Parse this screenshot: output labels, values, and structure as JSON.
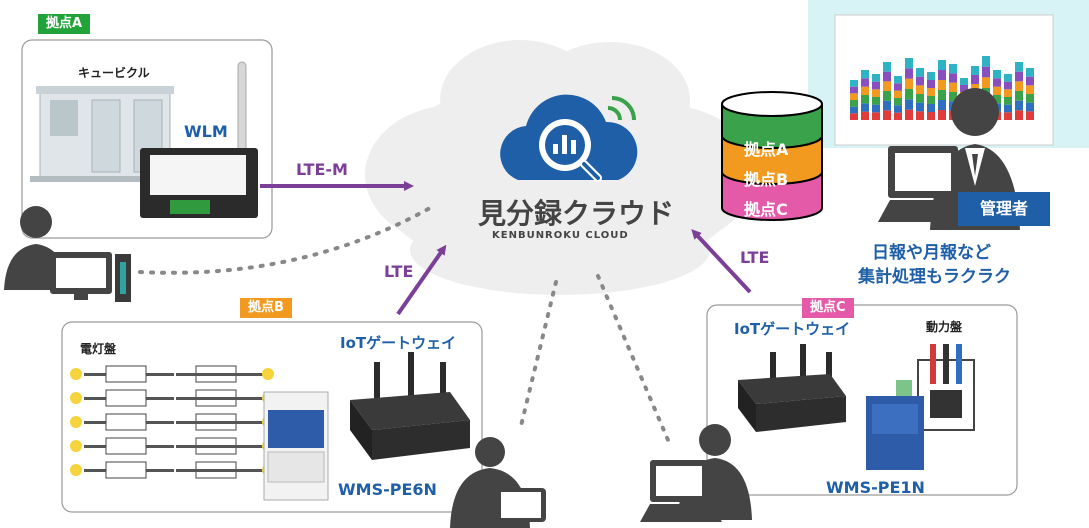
{
  "sites": {
    "a": {
      "tag": "拠点A",
      "tag_color": "#22a33a",
      "cubicle": "キュービクル",
      "device": "WLM",
      "link": "LTE-M"
    },
    "b": {
      "tag": "拠点B",
      "tag_color": "#f29a1f",
      "panel": "電灯盤",
      "gateway": "IoTゲートウェイ",
      "device": "WMS-PE6N",
      "link": "LTE"
    },
    "c": {
      "tag": "拠点C",
      "tag_color": "#e45aa8",
      "gateway": "IoTゲートウェイ",
      "panel": "動力盤",
      "device": "WMS-PE1N",
      "link": "LTE"
    }
  },
  "cloud": {
    "name": "見分録クラウド",
    "subtitle": "KENBUNROKU CLOUD",
    "logo_color": "#1f5fa8",
    "signal_color": "#3aa24a"
  },
  "database": {
    "layers": [
      "拠点A",
      "拠点B",
      "拠点C"
    ],
    "colors": [
      "#3aa24a",
      "#f29a1f",
      "#e45aa8"
    ]
  },
  "admin": {
    "label": "管理者",
    "label_bg": "#1f5fa8",
    "caption_line1": "日報や月報など",
    "caption_line2": "集計処理もラクラク"
  },
  "colors": {
    "arrow": "#7b3f98",
    "dots": "#888888",
    "person": "#444444",
    "box_border": "#9a9a9a",
    "screen_bg": "#d8f3f5"
  }
}
